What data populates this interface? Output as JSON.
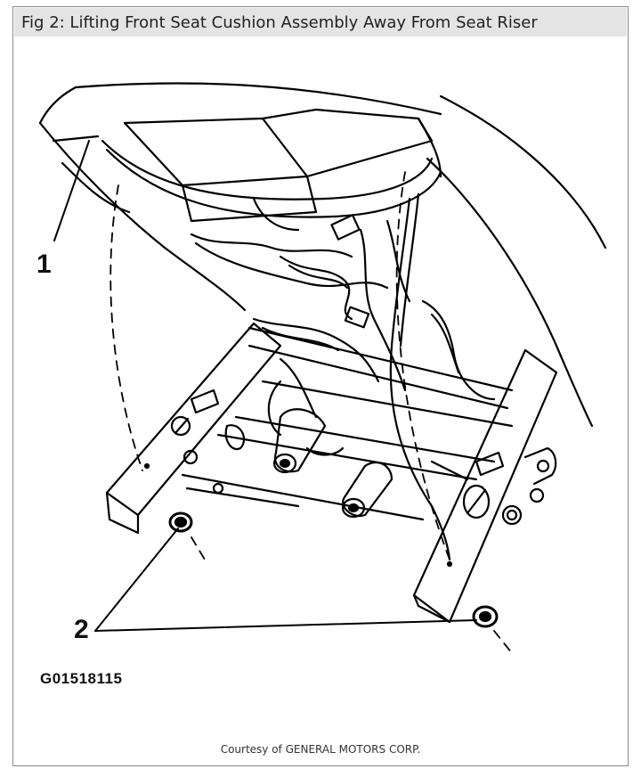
{
  "figure": {
    "title": "Fig 2: Lifting Front Seat Cushion Assembly Away From Seat Riser",
    "callout_1": "1",
    "callout_2": "2",
    "figure_id": "G01518115",
    "credit": "Courtesy of GENERAL MOTORS CORP."
  },
  "colors": {
    "line": "#000000",
    "title_bg": "#e4e4e4",
    "border": "#8a8a8a"
  },
  "icons": [
    "seat-cushion-illustration",
    "nut-icon",
    "bolt-icon"
  ]
}
